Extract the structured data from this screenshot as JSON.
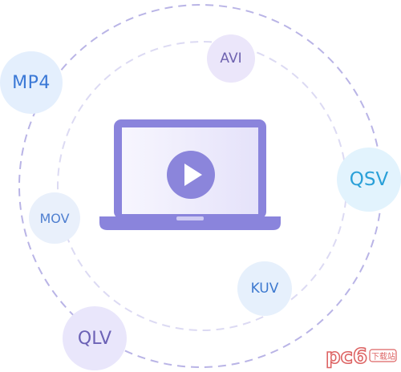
{
  "formats": {
    "mp4": "MP4",
    "avi": "AVI",
    "qsv": "QSV",
    "mov": "MOV",
    "kuv": "KUV",
    "qlv": "QLV"
  },
  "colors": {
    "outer_ring": "#b9b4e6",
    "inner_ring": "#dcdaf3",
    "laptop_frame": "#8a84dc",
    "laptop_screen": "#eceafc",
    "play_circle": "#8b85db",
    "play_triangle": "#ffffff",
    "watermark": "#d84a4a"
  },
  "icons": {
    "laptop": "laptop-icon",
    "play": "play-icon"
  },
  "watermark": {
    "logo_text": "pc6",
    "site_text": "下载站"
  }
}
